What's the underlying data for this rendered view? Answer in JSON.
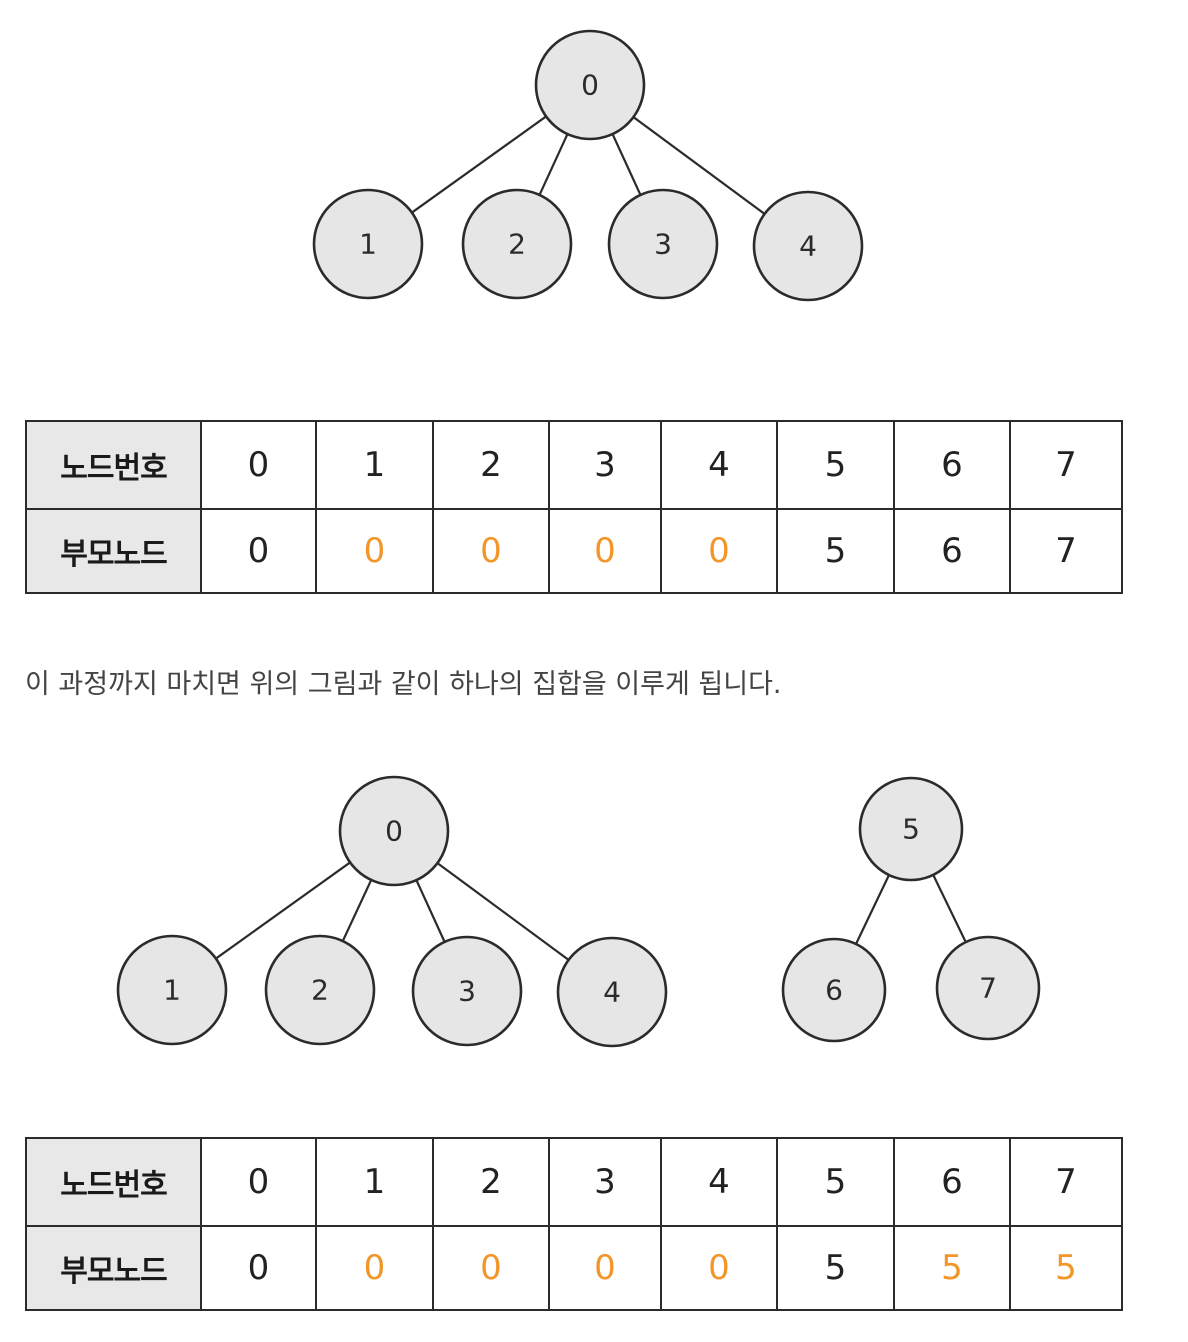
{
  "tree1": {
    "nodes": [
      {
        "id": "0",
        "label": "0"
      },
      {
        "id": "1",
        "label": "1"
      },
      {
        "id": "2",
        "label": "2"
      },
      {
        "id": "3",
        "label": "3"
      },
      {
        "id": "4",
        "label": "4"
      }
    ],
    "edges": [
      [
        "0",
        "1"
      ],
      [
        "0",
        "2"
      ],
      [
        "0",
        "3"
      ],
      [
        "0",
        "4"
      ]
    ]
  },
  "table1": {
    "header_row_label": "노드번호",
    "parent_row_label": "부모노드",
    "node_numbers": [
      "0",
      "1",
      "2",
      "3",
      "4",
      "5",
      "6",
      "7"
    ],
    "parents": [
      "0",
      "0",
      "0",
      "0",
      "0",
      "5",
      "6",
      "7"
    ],
    "highlight": [
      false,
      true,
      true,
      true,
      true,
      false,
      false,
      false
    ]
  },
  "caption": "이 과정까지 마치면 위의 그림과 같이 하나의 집합을 이루게 됩니다.",
  "tree2": {
    "nodes": [
      {
        "id": "0",
        "label": "0"
      },
      {
        "id": "1",
        "label": "1"
      },
      {
        "id": "2",
        "label": "2"
      },
      {
        "id": "3",
        "label": "3"
      },
      {
        "id": "4",
        "label": "4"
      },
      {
        "id": "5",
        "label": "5"
      },
      {
        "id": "6",
        "label": "6"
      },
      {
        "id": "7",
        "label": "7"
      }
    ],
    "edges": [
      [
        "0",
        "1"
      ],
      [
        "0",
        "2"
      ],
      [
        "0",
        "3"
      ],
      [
        "0",
        "4"
      ],
      [
        "5",
        "6"
      ],
      [
        "5",
        "7"
      ]
    ]
  },
  "table2": {
    "header_row_label": "노드번호",
    "parent_row_label": "부모노드",
    "node_numbers": [
      "0",
      "1",
      "2",
      "3",
      "4",
      "5",
      "6",
      "7"
    ],
    "parents": [
      "0",
      "0",
      "0",
      "0",
      "0",
      "5",
      "5",
      "5"
    ],
    "highlight": [
      false,
      true,
      true,
      true,
      true,
      false,
      true,
      true
    ]
  },
  "colors": {
    "highlight": "#f3962a",
    "node_fill": "#e6e6e6",
    "header_fill": "#e8e8e8",
    "ink": "#2b2b2b"
  }
}
